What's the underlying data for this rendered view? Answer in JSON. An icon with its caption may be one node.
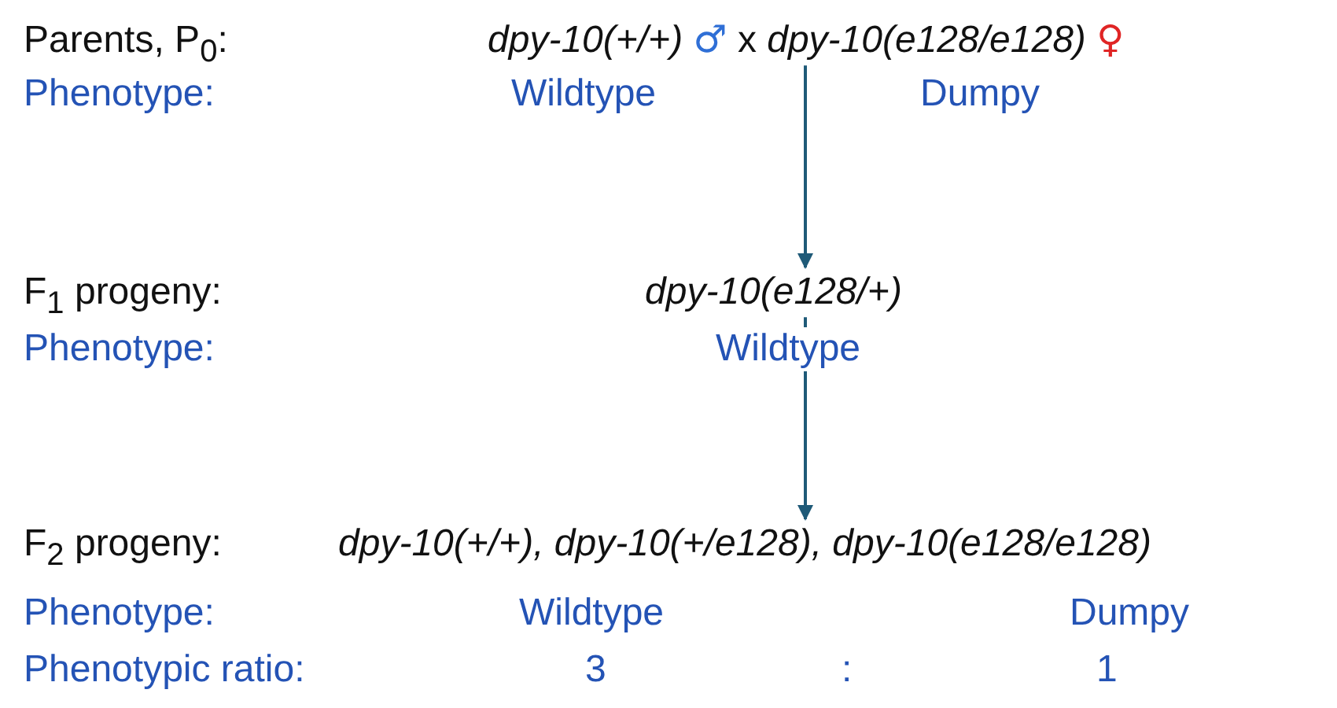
{
  "diagram": {
    "nodes": [
      {
        "text": [
          "dpy-10(+/+)",
          "♂",
          "x",
          "dpy-10(e128/e128)",
          "♀"
        ]
      },
      {
        "text": [
          "dpy-10(e128/+)"
        ]
      },
      {
        "text": [
          "dpy-10(+/+), dpy-10(+/e128), dpy-10(e128/e128)"
        ]
      }
    ],
    "edges": [
      {
        "from": 0,
        "to": 1,
        "arrow": "to"
      },
      {
        "from": 1,
        "to": 2,
        "arrow": "to"
      }
    ],
    "labels": [
      "Parents, P$_{0}$:",
      "Phenotype:",
      "Wildtype",
      "Dumpy",
      "F$_{1}$ progeny:",
      "Phenotype:",
      "Wildtype",
      "F$_{2}$ progeny:",
      "Phenotype:",
      "Wildtype",
      "Dumpy",
      "Phenotypic ratio:",
      "3",
      ":",
      "1"
    ]
  }
}
